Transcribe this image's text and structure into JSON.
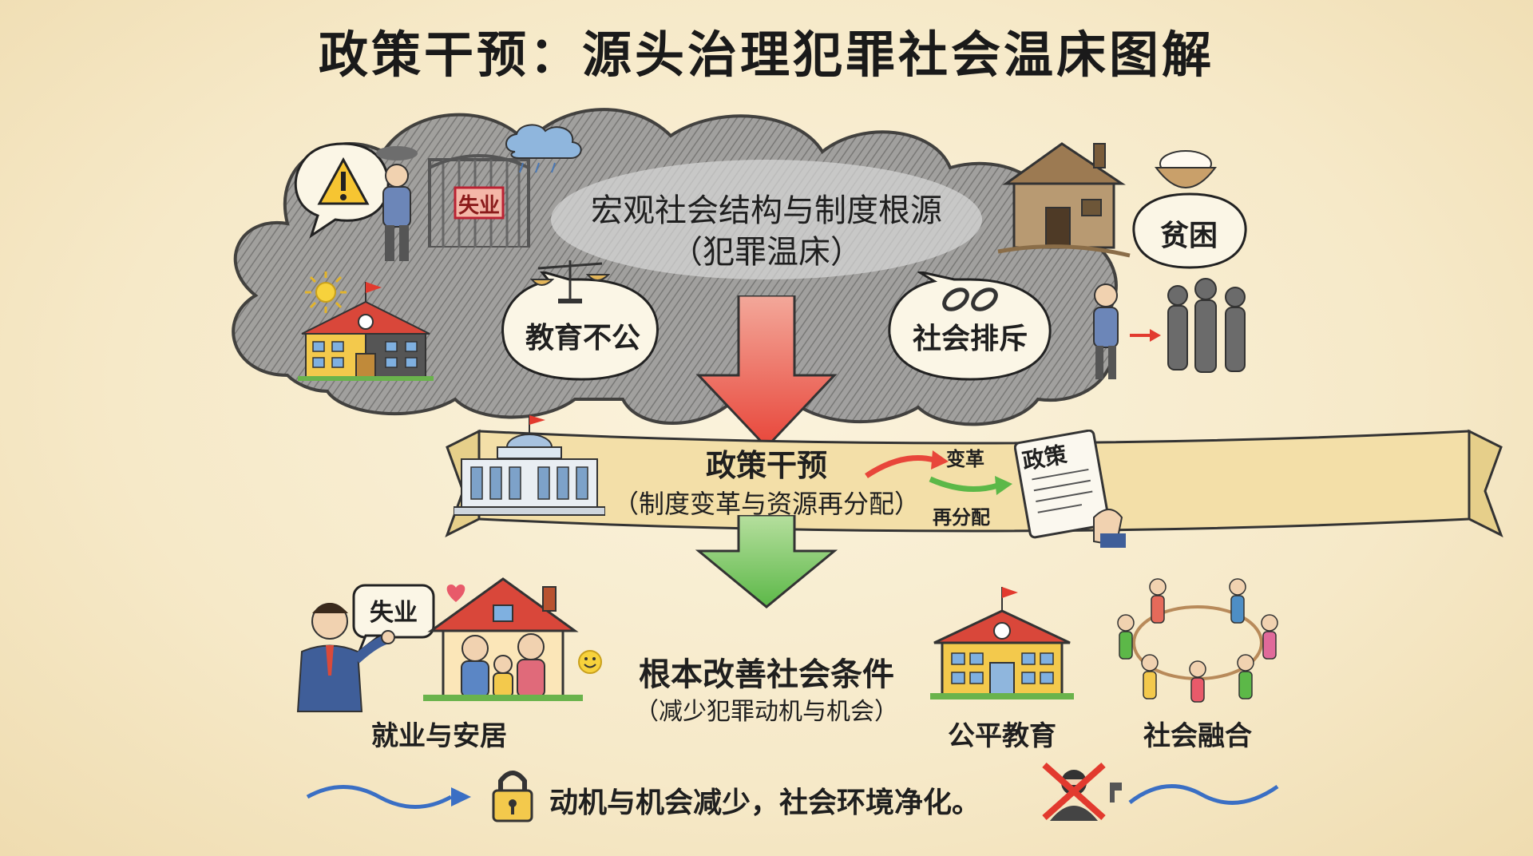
{
  "title": "政策干预：源头治理犯罪社会温床图解",
  "cloud": {
    "title_line1": "宏观社会结构与制度根源",
    "title_line2": "（犯罪温床）",
    "unemployment_sign": "失业",
    "bubble_education": "教育不公",
    "bubble_exclusion": "社会排斥",
    "bubble_poverty": "贫困"
  },
  "ribbon": {
    "line1": "政策干预",
    "line2": "（制度变革与资源再分配）",
    "arrow_reform": "变革",
    "arrow_redistribute": "再分配",
    "scroll_label": "政策"
  },
  "bottom": {
    "line1": "根本改善社会条件",
    "line2": "（减少犯罪动机与机会）",
    "speech_bubble": "失业",
    "caption_employment": "就业与安居",
    "caption_education": "公平教育",
    "caption_integration": "社会融合"
  },
  "footer": "动机与机会减少，社会环境净化。",
  "colors": {
    "red_arrow": "#e8463a",
    "green_arrow": "#5cb848",
    "cloud": "#8a8a8a",
    "ribbon": "#f3dfa8",
    "blue_wave": "#3a6fc4"
  },
  "icons": [
    "warning-icon",
    "rain-cloud-icon",
    "scales-icon",
    "sun-icon",
    "school-icon",
    "house-icon",
    "rice-bowl-icon",
    "broken-chain-icon",
    "government-building-icon",
    "policy-scroll-icon",
    "family-home-icon",
    "lock-icon",
    "no-crime-icon"
  ]
}
